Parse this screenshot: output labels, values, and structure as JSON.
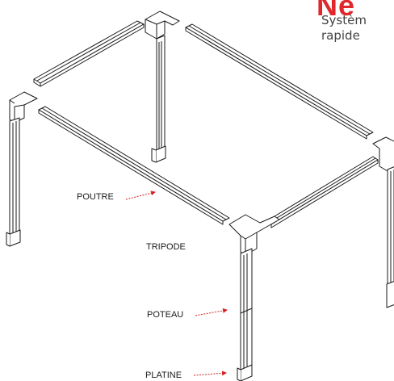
{
  "header": {
    "brand": "Ne",
    "subtitle_line1": "Systèm",
    "subtitle_line2": "rapide"
  },
  "labels": {
    "poutre": "POUTRE",
    "tripode": "TRIPODE",
    "poteau": "POTEAU",
    "platine": "PLATINE"
  },
  "colors": {
    "accent": "#e0282c",
    "pointer": "#d42020",
    "line": "#1a1a1a"
  }
}
